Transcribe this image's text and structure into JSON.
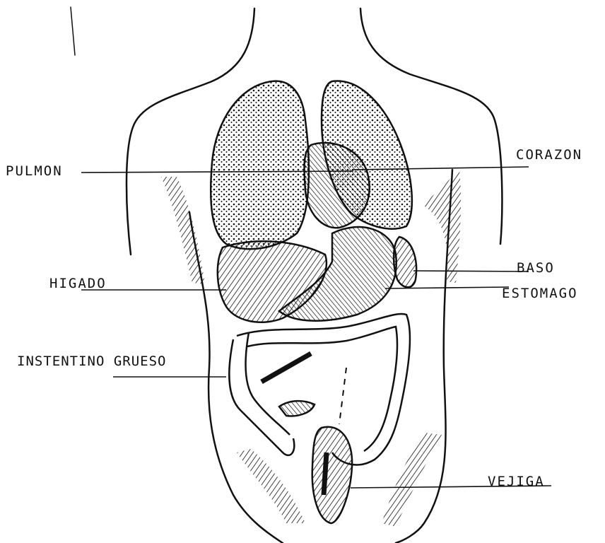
{
  "labels": {
    "pulmon": "PULMON",
    "corazon": "CORAZON",
    "baso": "BASO",
    "higado": "HIGADO",
    "estomago": "ESTOMAGO",
    "intestino": "INSTENTINO GRUESO",
    "vejiga": "VEJIGA"
  },
  "colors": {
    "ink": "#111111",
    "paper": "#ffffff"
  }
}
